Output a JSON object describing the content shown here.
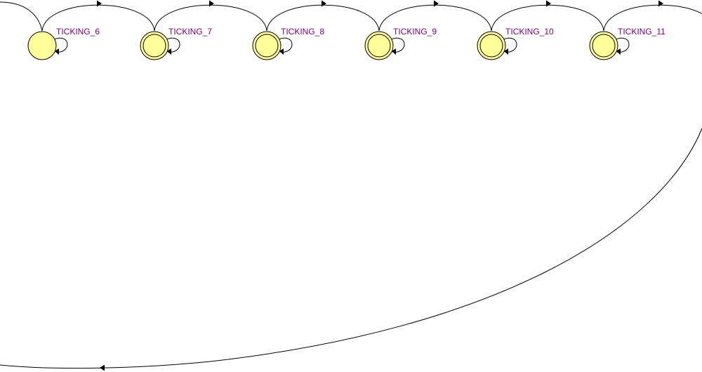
{
  "diagram": {
    "states": [
      {
        "label": "TICKING_6",
        "accepting": false
      },
      {
        "label": "TICKING_7",
        "accepting": true
      },
      {
        "label": "TICKING_8",
        "accepting": true
      },
      {
        "label": "TICKING_9",
        "accepting": true
      },
      {
        "label": "TICKING_10",
        "accepting": true
      },
      {
        "label": "TICKING_11",
        "accepting": true
      }
    ],
    "colors": {
      "state_fill": "#ffff99",
      "label": "#800080",
      "edge": "#000000"
    }
  }
}
